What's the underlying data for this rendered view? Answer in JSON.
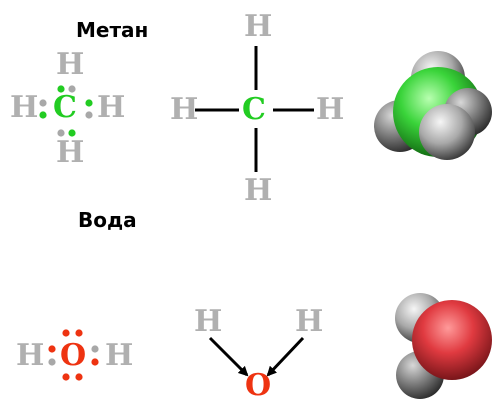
{
  "methane": {
    "title": "Метан",
    "lewis": {
      "center": "C",
      "left": "H",
      "right": "H",
      "top": "H",
      "bottom": "H"
    },
    "structural": {
      "center": "C",
      "left": "H",
      "right": "H",
      "top": "H",
      "bottom": "H"
    }
  },
  "water": {
    "title": "Вода",
    "lewis": {
      "center": "O",
      "left": "H",
      "right": "H"
    },
    "structural": {
      "center": "O",
      "h1": "H",
      "h2": "H"
    }
  },
  "colors": {
    "carbon": "#22cc22",
    "oxygen": "#ee3311",
    "hydrogen": "#b0b0b0",
    "electron_gray": "#a8a8a8",
    "bond": "#000000"
  }
}
